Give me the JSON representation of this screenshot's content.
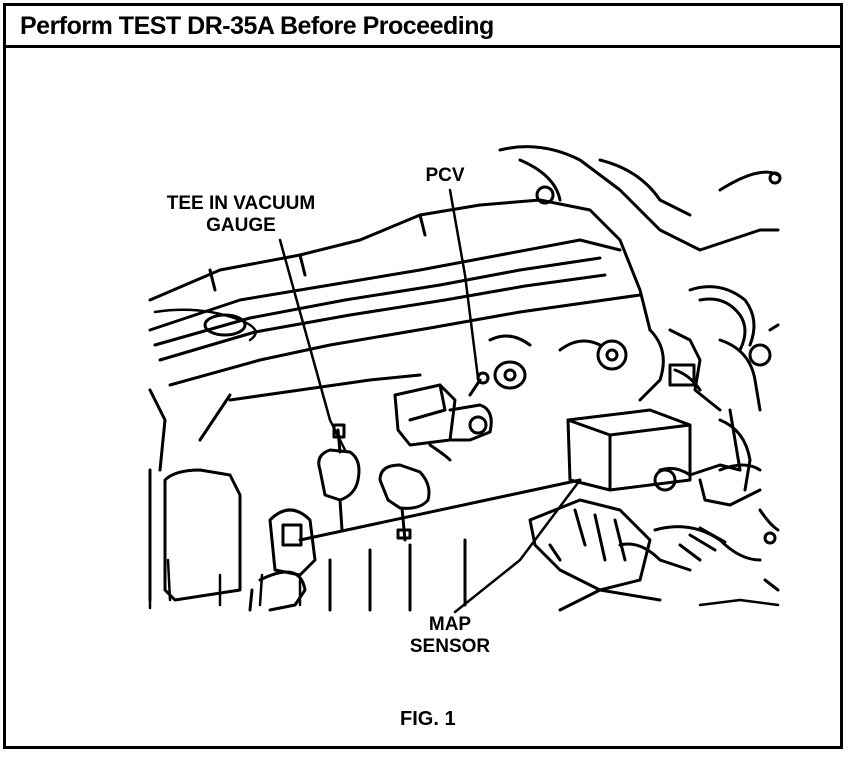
{
  "header": {
    "title": "Perform TEST DR-35A Before Proceeding"
  },
  "callouts": {
    "tee_line1": "TEE IN VACUUM",
    "tee_line2": "GAUGE",
    "pcv": "PCV",
    "map_line1": "MAP",
    "map_line2": "SENSOR"
  },
  "figure": {
    "caption": "FIG. 1"
  }
}
